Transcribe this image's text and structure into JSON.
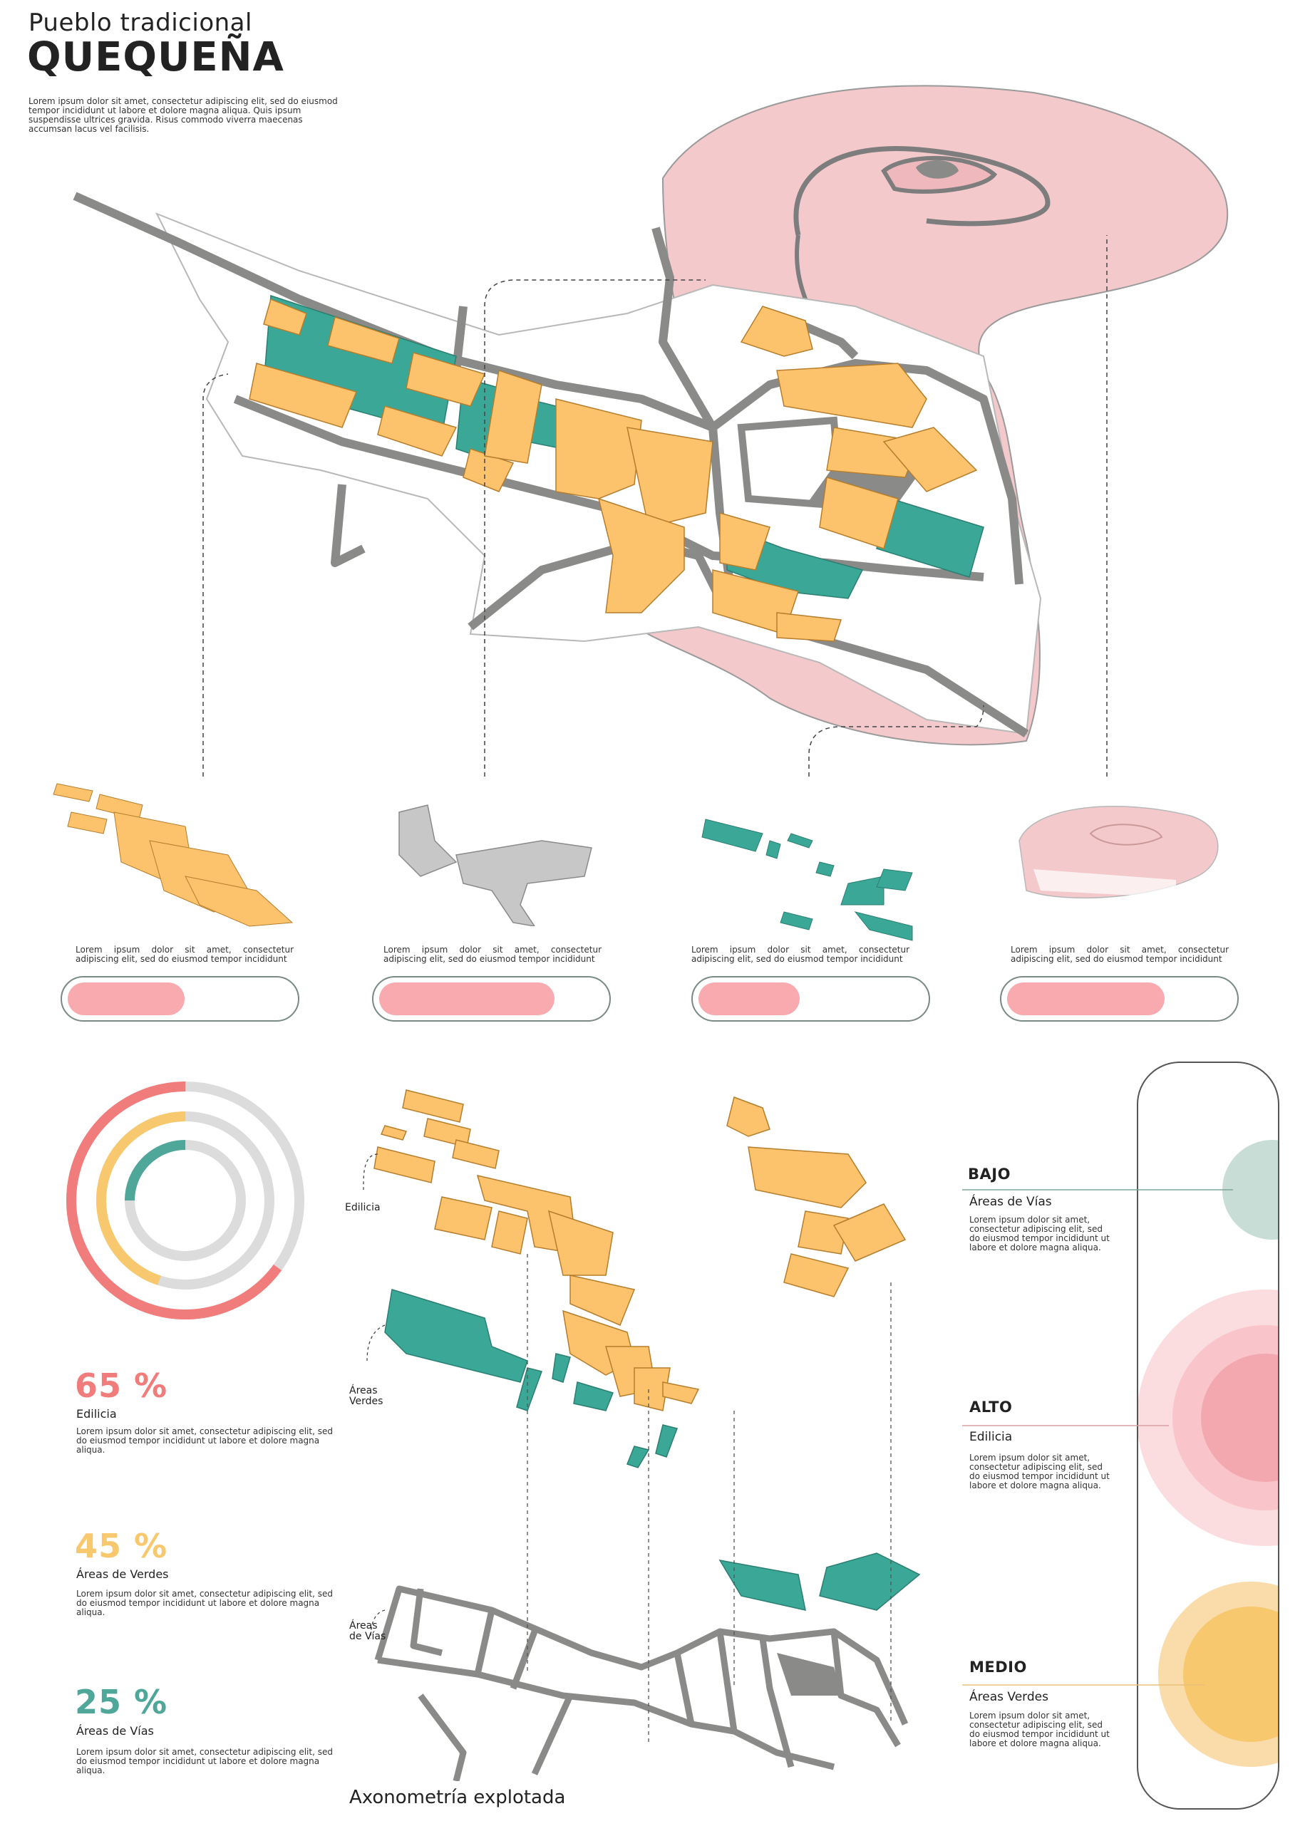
{
  "header": {
    "subtitle": "Pueblo tradicional",
    "title": "QUEQUEÑA",
    "intro": "Lorem ipsum dolor sit amet, consectetur adipiscing elit, sed do eiusmod tempor incididunt ut labore et dolore magna aliqua. Quis ipsum suspendisse ultrices gravida. Risus commodo viverra maecenas accumsan lacus vel facilisis."
  },
  "colors": {
    "edificia": "#fdc36c",
    "verdes": "#3aa797",
    "vias": "#8a8a88",
    "relieve": "#f3c9cc",
    "accent_pink": "#f8aaaf",
    "accent_salmon": "#f17c7c",
    "accent_yellow": "#f7c86d",
    "accent_teal": "#4ea799"
  },
  "layers": [
    {
      "icon": "edificia-layer-icon",
      "text": "Lorem ipsum dolor sit amet, consectetur adipiscing elit, sed do eiusmod tempor incididunt",
      "fill": 0.52
    },
    {
      "icon": "vias-layer-icon",
      "text": "Lorem ipsum dolor sit amet, consectetur adipiscing elit, sed do eiusmod tempor incididunt",
      "fill": 0.78
    },
    {
      "icon": "verdes-layer-icon",
      "text": "Lorem ipsum dolor sit amet, consectetur adipiscing elit, sed do eiusmod tempor incididunt",
      "fill": 0.45
    },
    {
      "icon": "relieve-layer-icon",
      "text": "Lorem ipsum dolor sit amet, consectetur adipiscing elit, sed do eiusmod tempor incididunt",
      "fill": 0.7
    }
  ],
  "stats": [
    {
      "value": "65 %",
      "label": "Edilicia",
      "color": "#f17c7c",
      "fraction": 0.65,
      "desc": "Lorem ipsum dolor sit amet, consectetur adipiscing elit, sed do eiusmod tempor incididunt ut labore et dolore magna aliqua."
    },
    {
      "value": "45 %",
      "label": "Áreas de Verdes",
      "color": "#f7c86d",
      "fraction": 0.45,
      "desc": "Lorem ipsum dolor sit amet, consectetur adipiscing elit, sed do eiusmod tempor incididunt ut labore et dolore magna aliqua."
    },
    {
      "value": "25 %",
      "label": "Áreas de Vías",
      "color": "#4ea799",
      "fraction": 0.25,
      "desc": "Lorem ipsum dolor sit amet, consectetur adipiscing elit, sed do eiusmod tempor incididunt ut labore et dolore magna aliqua."
    }
  ],
  "axonometry": {
    "title": "Axonometría explotada",
    "label_edificia": "Edilicia",
    "label_verdes_1": "Áreas",
    "label_verdes_2": "Verdes",
    "label_vias_1": "Áreas",
    "label_vias_2": "de Vías"
  },
  "levels": [
    {
      "level": "BAJO",
      "sub": "Áreas de Vías",
      "desc": "Lorem ipsum dolor sit amet, consectetur adipiscing elit, sed do eiusmod tempor incididunt ut labore et dolore magna aliqua."
    },
    {
      "level": "ALTO",
      "sub": "Edilicia",
      "desc": "Lorem ipsum dolor sit amet, consectetur adipiscing elit, sed do eiusmod tempor incididunt ut labore et dolore magna aliqua."
    },
    {
      "level": "MEDIO",
      "sub": "Áreas Verdes",
      "desc": "Lorem ipsum dolor sit amet, consectetur adipiscing elit, sed do eiusmod tempor incididunt ut labore et dolore magna aliqua."
    }
  ]
}
